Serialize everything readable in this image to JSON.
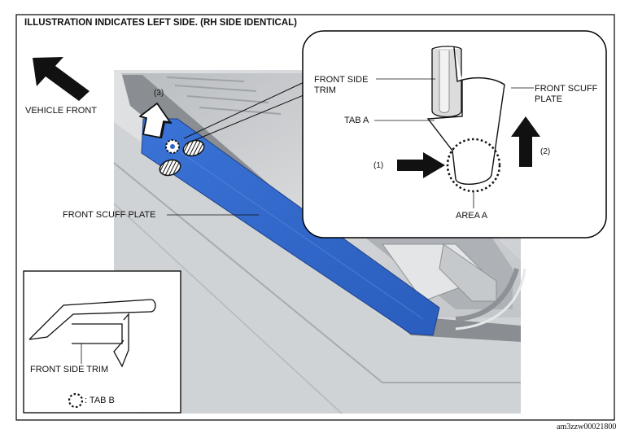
{
  "title": "ILLUSTRATION INDICATES LEFT SIDE. (RH SIDE IDENTICAL)",
  "labels": {
    "vehicle_front": "VEHICLE FRONT",
    "front_scuff_plate_main": "FRONT SCUFF PLATE",
    "front_side_trim_detail": "FRONT SIDE\nTRIM",
    "front_scuff_plate_detail": "FRONT SCUFF\nPLATE",
    "tab_a": "TAB A",
    "area_a": "AREA A",
    "front_side_trim_inset": "FRONT SIDE TRIM",
    "tab_b_legend": ": TAB B"
  },
  "markers": {
    "step_1": "(1)",
    "step_2": "(2)",
    "step_3": "(3)"
  },
  "document_id": "am3zzw00021800",
  "colors": {
    "scuff_plate": "#2f66c8",
    "frame": "#000000",
    "photo_gray": "#c9cccf"
  },
  "icons": {
    "direction_arrow": "vehicle-front-arrow-icon",
    "tab_symbol": "dotted-circle-icon"
  }
}
